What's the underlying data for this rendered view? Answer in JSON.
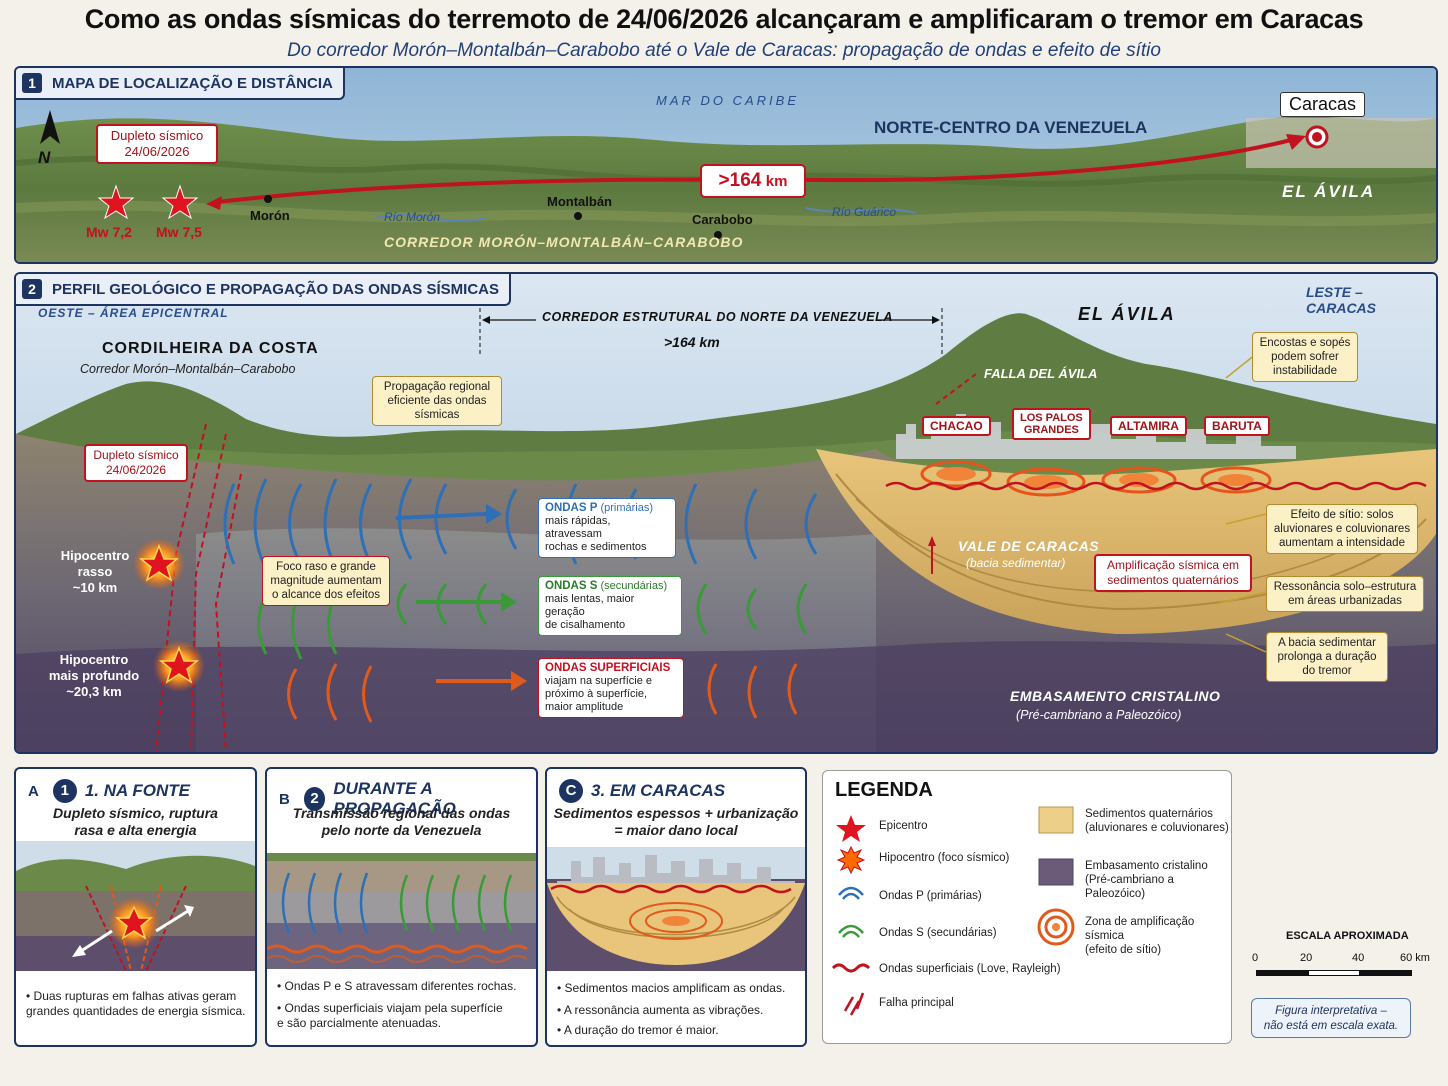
{
  "title": "Como as ondas sísmicas do terremoto de 24/06/2026 alcançaram e amplificaram o tremor em Caracas",
  "subtitle": "Do corredor Morón–Montalbán–Carabobo até o Vale de Caracas: propagação de ondas e efeito de sítio",
  "panel1": {
    "num": "1",
    "title": "MAPA DE LOCALIZAÇÃO E DISTÂNCIA",
    "sea": "MAR DO CARIBE",
    "region": "NORTE-CENTRO DA VENEZUELA",
    "north": "N",
    "doublet": "Dupleto sísmico\n24/06/2026",
    "mw1": "Mw 7,2",
    "mw2": "Mw 7,5",
    "moron": "Morón",
    "rio_moron": "Río Morón",
    "montalban": "Montalbán",
    "carabobo": "Carabobo",
    "rio_guarico": "Río Guárico",
    "corridor": "CORREDOR MORÓN–MONTALBÁN–CARABOBO",
    "distance": ">164",
    "distance_unit": "km",
    "caracas": "Caracas",
    "avila": "EL ÁVILA"
  },
  "panel2": {
    "num": "2",
    "title": "PERFIL GEOLÓGICO E PROPAGAÇÃO DAS ONDAS SÍSMICAS",
    "west": "OESTE – ÁREA EPICENTRAL",
    "east": "LESTE – CARACAS",
    "cordilheira": "CORDILHEIRA DA COSTA",
    "cordilheira_sub": "Corredor Morón–Montalbán–Carabobo",
    "corridor": "CORREDOR ESTRUTURAL DO NORTE DA VENEZUELA",
    "corridor_dist": ">164 km",
    "avila": "EL ÁVILA",
    "falla": "FALLA DEL ÁVILA",
    "doublet": "Dupleto sísmico\n24/06/2026",
    "hypo1": "Hipocentro\nrasso\n~10 km",
    "hypo2": "Hipocentro\nmais profundo\n~20,3 km",
    "prop_callout": "Propagação regional\neficiente das ondas\nsísmicas",
    "foco_callout": "Foco raso e grande\nmagnitude aumentam\no alcance dos efeitos",
    "p_title": "ONDAS P",
    "p_title2": "(primárias)",
    "p_desc": "mais rápidas, atravessam\nrochas e sedimentos",
    "s_title": "ONDAS S",
    "s_title2": "(secundárias)",
    "s_desc": "mais lentas, maior geração\nde cisalhamento",
    "surf_title": "ONDAS SUPERFICIAIS",
    "surf_desc": "viajam na superfície e\npróximo à superfície,\nmaior amplitude",
    "districts": [
      "CHACAO",
      "LOS PALOS\nGRANDES",
      "ALTAMIRA",
      "BARUTA"
    ],
    "vale": "VALE DE CARACAS",
    "vale_sub": "(bacia sedimentar)",
    "ampl": "Amplificação sísmica em\nsedimentos quaternários",
    "embas": "EMBASAMENTO CRISTALINO",
    "embas_sub": "(Pré-cambriano a Paleozóico)",
    "enc": "Encostas e sopés\npodem sofrer\ninstabilidade",
    "efeito": "Efeito de sítio: solos\naluvionares e coluvionares\naumentam a intensidade",
    "resson": "Ressonância solo–estrutura\nem áreas urbanizadas",
    "bacia": "A bacia sedimentar\nprolonga a duração\ndo tremor"
  },
  "panelA": {
    "letter": "A",
    "num": "1",
    "title": "1. NA FONTE",
    "sub": "Dupleto sísmico, ruptura\nrasa e alta energia",
    "bullets": [
      "• Duas rupturas em falhas ativas geram\n  grandes quantidades de energia sísmica."
    ]
  },
  "panelB": {
    "letter": "B",
    "num": "2",
    "title": "DURANTE A PROPAGAÇÃO",
    "sub": "Transmissão regional das ondas\npelo norte da Venezuela",
    "bullets": [
      "• Ondas P e S atravessam diferentes rochas.",
      "• Ondas superficiais viajam pela superfície\n  e são parcialmente atenuadas."
    ]
  },
  "panelC": {
    "letter": "C",
    "num": "3",
    "title": "EM CARACAS",
    "sub": "Sedimentos espessos + urbanização\n= maior dano local",
    "bullets": [
      "• Sedimentos macios amplificam as ondas.",
      "• A ressonância aumenta as vibrações.",
      "• A duração do tremor é maior."
    ]
  },
  "legend": {
    "title": "LEGENDA",
    "items": [
      "Epicentro",
      "Hipocentro (foco sísmico)",
      "Ondas P (primárias)",
      "Ondas S (secundárias)",
      "Ondas superficiais (Love, Rayleigh)",
      "Falha principal"
    ],
    "sed": "Sedimentos quaternários\n(aluvionares e coluvionares)",
    "emb": "Embasamento cristalino\n(Pré-cambriano a Paleozóico)",
    "zona": "Zona de amplificação sísmica\n(efeito de sítio)"
  },
  "scale": {
    "title": "ESCALA APROXIMADA",
    "ticks": [
      "0",
      "20",
      "40",
      "60 km"
    ]
  },
  "note": "Figura interpretativa –\nnão está em escala exata.",
  "colors": {
    "navy": "#1d3461",
    "red": "#c1121f",
    "p_wave": "#2f6fb5",
    "s_wave": "#3a9a3a",
    "surface_wave": "#e05a1c",
    "sediment": "#e9c878",
    "basement": "#6b5a78"
  }
}
